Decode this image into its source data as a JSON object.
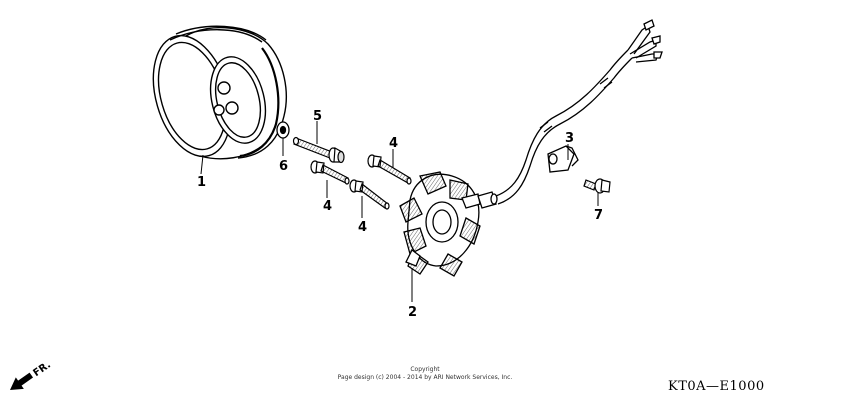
{
  "diagram": {
    "parts": [
      {
        "label": "1",
        "name": "flywheel"
      },
      {
        "label": "2",
        "name": "stator"
      },
      {
        "label": "3",
        "name": "wire-clamp"
      },
      {
        "label": "4",
        "name": "bolt"
      },
      {
        "label": "5",
        "name": "flange-bolt"
      },
      {
        "label": "6",
        "name": "washer"
      },
      {
        "label": "7",
        "name": "screw"
      }
    ],
    "direction_label": "FR.",
    "copyright_line1": "Copyright",
    "copyright_line2": "Page design (c) 2004 - 2014 by ARI Network Services, Inc.",
    "ref_code": "KT0A—E1000"
  }
}
